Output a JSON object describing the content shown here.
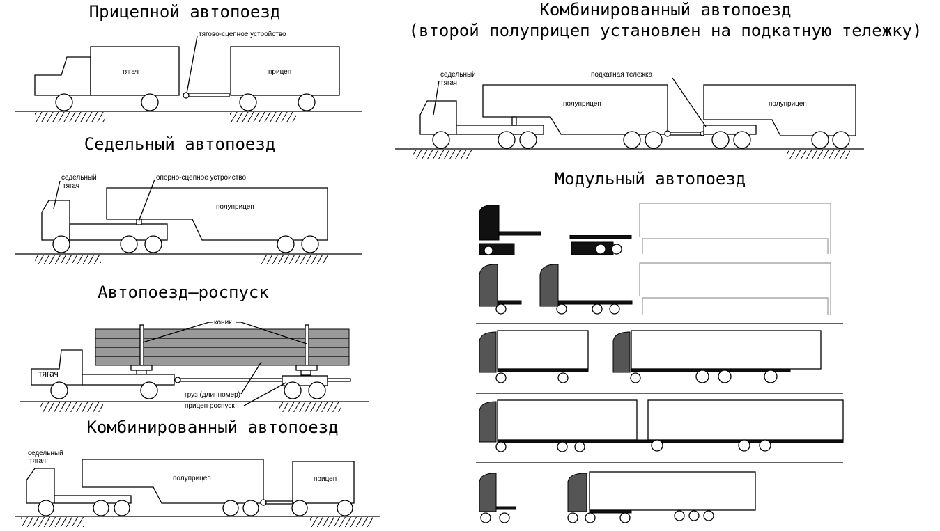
{
  "titles": {
    "trailer_train": "Прицепной автопоезд",
    "semitrailer_train": "Седельный автопоезд",
    "log_train": "Автопоезд–роспуск",
    "combined_train": "Комбинированный автопоезд",
    "combined_dolly_line1": "Комбинированный автопоезд",
    "combined_dolly_line2": "(второй полуприцеп установлен на подкатную тележку)",
    "modular_train": "Модульный автопоезд"
  },
  "labels": {
    "tow_coupling": "тягово-сцепное устройство",
    "tractor": "тягач",
    "trailer": "прицеп",
    "saddle_tractor_1": "седельный",
    "saddle_tractor_2": "тягач",
    "fifth_wheel": "опорно-сцепное устройство",
    "semitrailer": "полуприцеп",
    "bolster": "коник",
    "cargo": "груз (длинномер)",
    "pole_trailer": "прицеп роспуск",
    "dolly": "подкатная тележка"
  }
}
